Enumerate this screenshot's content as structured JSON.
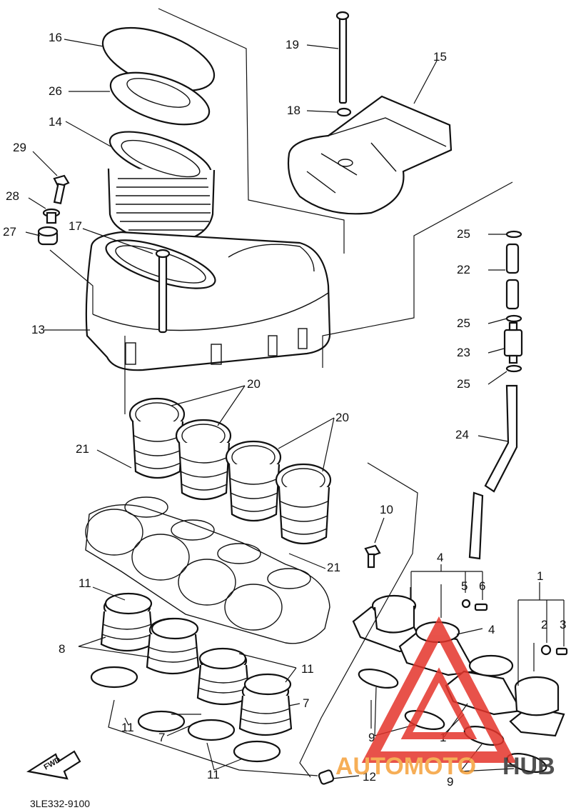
{
  "diagram": {
    "drawing_code": "3LE332-9100",
    "fwd_label": "FWD",
    "callouts": {
      "c1a": "1",
      "c1b": "1",
      "c2": "2",
      "c3": "3",
      "c4a": "4",
      "c4b": "4",
      "c5": "5",
      "c6": "6",
      "c7a": "7",
      "c7b": "7",
      "c8": "8",
      "c9a": "9",
      "c9b": "9",
      "c10": "10",
      "c11a": "11",
      "c11b": "11",
      "c11c": "11",
      "c11d": "11",
      "c12": "12",
      "c13": "13",
      "c14": "14",
      "c15": "15",
      "c16": "16",
      "c17": "17",
      "c18": "18",
      "c19": "19",
      "c20a": "20",
      "c20b": "20",
      "c21a": "21",
      "c21b": "21",
      "c22": "22",
      "c23": "23",
      "c24": "24",
      "c25a": "25",
      "c25b": "25",
      "c25c": "25",
      "c26": "26",
      "c27": "27",
      "c28": "28",
      "c29": "29"
    }
  },
  "watermark": {
    "text_colored": "AUTOMOTO",
    "text_dark": "HUB",
    "color_red": "#e5352b",
    "color_orange": "#f5a13a",
    "color_dark": "#333333"
  }
}
